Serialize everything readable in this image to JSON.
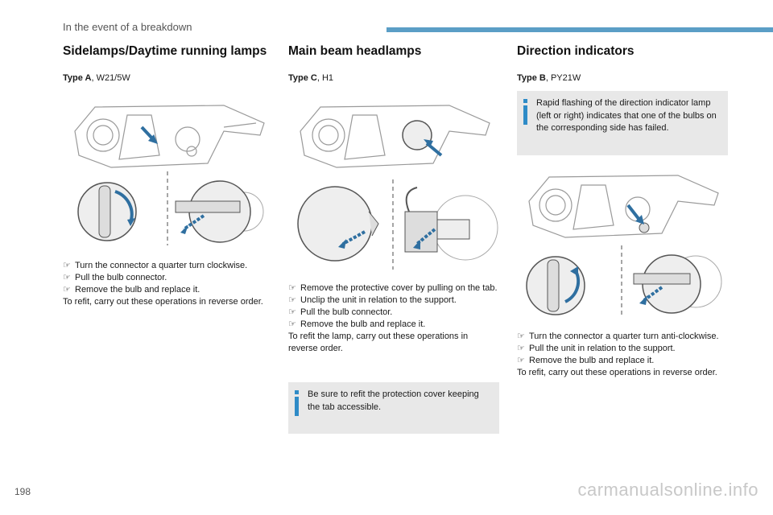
{
  "header": {
    "section_title": "In the event of a breakdown"
  },
  "page_number": "198",
  "watermark": "carmanualsonline.info",
  "colors": {
    "accent": "#5b9ec6",
    "info_icon": "#2e8bc7",
    "info_bg": "#e8e8e8",
    "arrow": "#2f6fa0"
  },
  "sidelamps": {
    "title": "Sidelamps/Daytime running lamps",
    "type_label": "Type A",
    "type_value": ", W21/5W",
    "steps": [
      "Turn the connector a quarter turn clockwise.",
      "Pull the bulb connector.",
      "Remove the bulb and replace it."
    ],
    "refit": "To refit, carry out these operations in reverse order."
  },
  "main_beam": {
    "title": "Main beam headlamps",
    "type_label": "Type C",
    "type_value": ", H1",
    "steps": [
      "Remove the protective cover by pulling on the tab.",
      "Unclip the unit in relation to the support.",
      "Pull the bulb connector.",
      "Remove the bulb and replace it."
    ],
    "refit": "To refit the lamp, carry out these operations in reverse order.",
    "note": "Be sure to refit the protection cover keeping the tab accessible."
  },
  "direction": {
    "title": "Direction indicators",
    "type_label": "Type B",
    "type_value": ", PY21W",
    "note": "Rapid flashing of the direction indicator lamp (left or right) indicates that one of the bulbs on the corresponding side has failed.",
    "steps": [
      "Turn the connector a quarter turn anti-clockwise.",
      "Pull the unit in relation to the support.",
      "Remove the bulb and replace it."
    ],
    "refit": "To refit, carry out these operations in reverse order."
  },
  "bullet_glyph": "☞",
  "icons": [
    "info-icon",
    "headlamp-diagram",
    "rotation-arrow-icon",
    "pull-arrow-icon"
  ]
}
